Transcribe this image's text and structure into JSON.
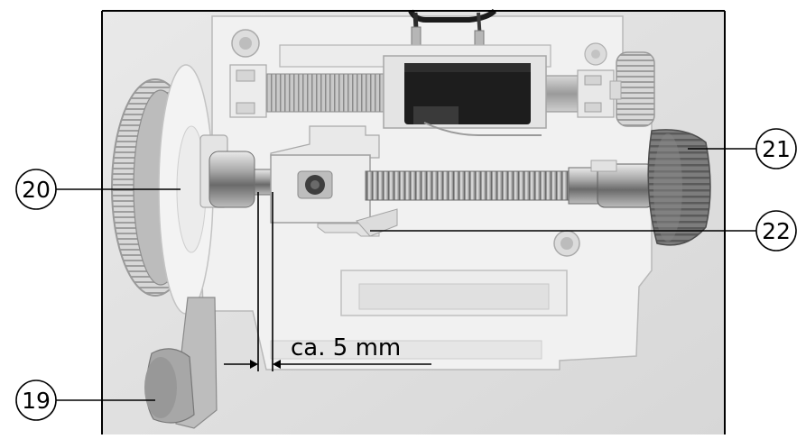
{
  "callouts": {
    "c19": "19",
    "c20": "20",
    "c21": "21",
    "c22": "22"
  },
  "dimension_label": "ca. 5 mm"
}
